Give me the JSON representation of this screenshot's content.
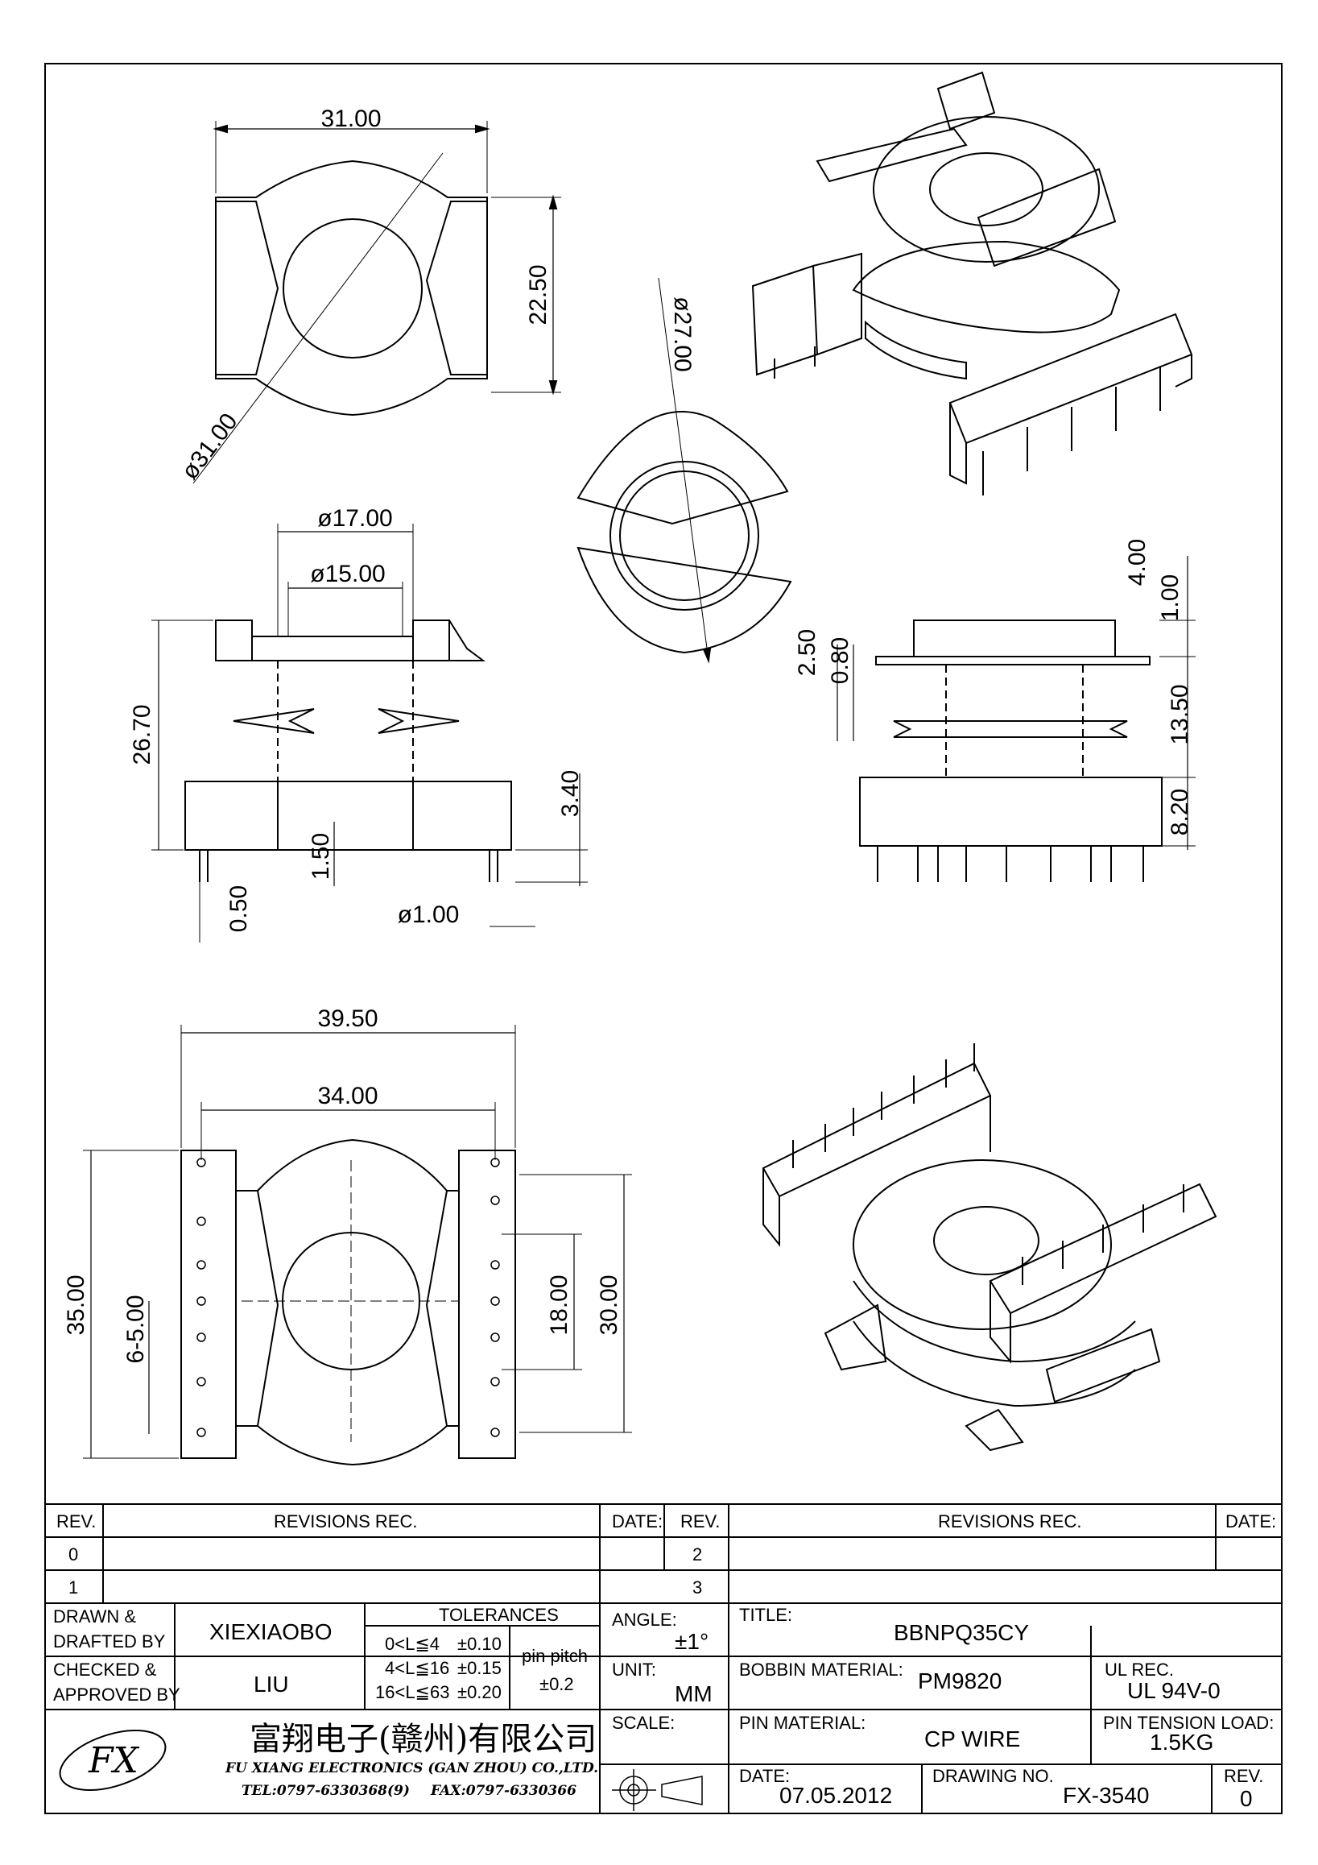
{
  "dimensions": {
    "top_width": "31.00",
    "top_height": "22.50",
    "top_diameter": "ø31.00",
    "section_diameter": "ø27.00",
    "flange_od": "ø17.00",
    "core_id": "ø15.00",
    "total_height": "26.70",
    "base_height": "3.40",
    "base_offset": "1.50",
    "pin_ext": "0.50",
    "pin_diameter": "ø1.00",
    "side_top": "4.00",
    "side_top2": "1.00",
    "side_wall": "2.50",
    "side_wall2": "0.80",
    "winding_height": "13.50",
    "base_height_side": "8.20",
    "bottom_width": "39.50",
    "bottom_pitch_width": "34.00",
    "bottom_height": "35.00",
    "pin_span": "6-5.00",
    "slot_span": "18.00",
    "body_height": "30.00"
  },
  "title_block": {
    "rev_header": "REV.",
    "revisions_header": "REVISIONS    REC.",
    "date_header": "DATE:",
    "rev_rows_left": [
      "0",
      "1"
    ],
    "rev_rows_right": [
      "2",
      "3"
    ],
    "drawn_label_1": "DRAWN  &",
    "drawn_label_2": "DRAFTED  BY",
    "drawn_by": "XIEXIAOBO",
    "checked_label_1": "CHECKED  &",
    "checked_label_2": "APPROVED  BY",
    "checked_by": "LIU",
    "tolerances_header": "TOLERANCES",
    "tolerances": [
      {
        "range": "0<L≦4",
        "value": "±0.10"
      },
      {
        "range": "4<L≦16",
        "value": "±0.15"
      },
      {
        "range": "16<L≦63",
        "value": "±0.20"
      }
    ],
    "pin_pitch_label": "pin  pitch",
    "pin_pitch_value": "±0.2",
    "angle_label": "ANGLE:",
    "angle_value": "±1°",
    "unit_label": "UNIT:",
    "unit_value": "MM",
    "scale_label": "SCALE:",
    "title_label": "TITLE:",
    "title_value": "BBNPQ35CY",
    "bobbin_material_label": "BOBBIN  MATERIAL:",
    "bobbin_material_value": "PM9820",
    "ul_label": "UL  REC.",
    "ul_value": "UL  94V-0",
    "pin_material_label": "PIN  MATERIAL:",
    "pin_material_value": "CP  WIRE",
    "pin_tension_label": "PIN  TENSION  LOAD:",
    "pin_tension_value": "1.5KG",
    "date_label": "DATE:",
    "date_value": "07.05.2012",
    "drawing_no_label": "DRAWING  NO.",
    "drawing_no_value": "FX-3540",
    "rev_label": "REV.",
    "rev_value": "0"
  },
  "company": {
    "name_cn": "富翔电子(赣州)有限公司",
    "name_en": "FU XIANG ELECTRONICS (GAN ZHOU) CO.,LTD.",
    "tel": "TEL:0797-6330368(9)",
    "fax": "FAX:0797-6330366"
  },
  "logo": {
    "icon": "fx-logo-icon"
  }
}
